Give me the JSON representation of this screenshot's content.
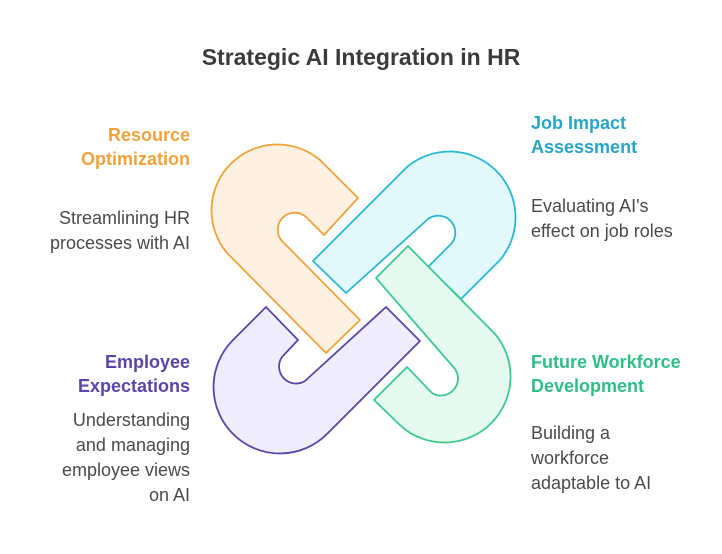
{
  "title": "Strategic AI Integration in HR",
  "colors": {
    "orange": "#f2a23a",
    "cyan": "#27b8d6",
    "purple": "#5b45a8",
    "green": "#3cc98f"
  },
  "sections": {
    "resource": {
      "heading": [
        "Resource",
        "Optimization"
      ],
      "desc": [
        "Streamlining HR",
        "processes with AI"
      ]
    },
    "job": {
      "heading": [
        "Job Impact",
        "Assessment"
      ],
      "desc": [
        "Evaluating AI's",
        "effect on job roles"
      ]
    },
    "employee": {
      "heading": [
        "Employee",
        "Expectations"
      ],
      "desc": [
        "Understanding",
        "and managing",
        "employee views",
        "on AI"
      ]
    },
    "workforce": {
      "heading": [
        "Future Workforce",
        "Development"
      ],
      "desc": [
        "Building a",
        "workforce",
        "adaptable to AI"
      ]
    }
  }
}
